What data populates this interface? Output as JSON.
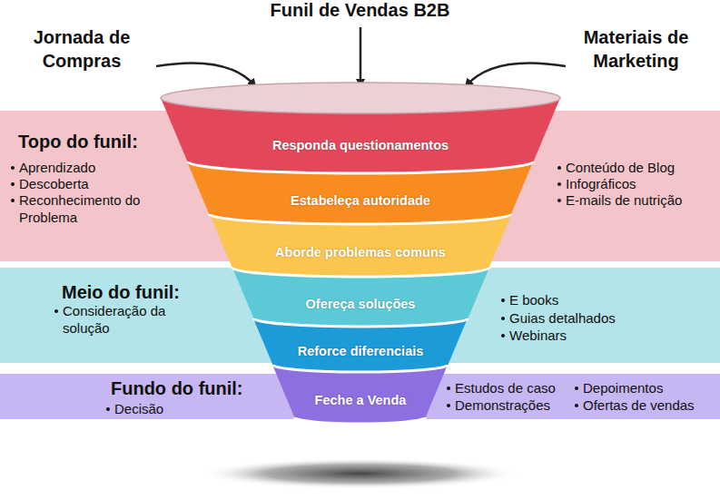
{
  "diagram": {
    "title": "Funil de Vendas B2B",
    "nodes": [
      {
        "text": [
          "Topo do funil:",
          "Aprendizado",
          "Descoberta",
          "Reconhecimento do Problema",
          "Conteúdo de Blog",
          "Infográficos",
          "E-mails de nutrição"
        ]
      },
      {
        "text": [
          "Meio do funil:",
          "Consideração da solução",
          "E books",
          "Guias detalhados",
          "Webinars"
        ]
      },
      {
        "text": [
          "Fundo do funil:",
          "Decisão",
          "Estudos de caso",
          "Demonstrações",
          "Depoimentos",
          "Ofertas de vendas"
        ]
      },
      {
        "text": [
          "Responda questionamentos"
        ]
      },
      {
        "text": [
          "Estabeleça autoridade"
        ]
      },
      {
        "text": [
          "Aborde problemas comuns"
        ]
      },
      {
        "text": [
          "Ofereça soluções"
        ]
      },
      {
        "text": [
          "Reforce diferenciais"
        ]
      },
      {
        "text": [
          "Feche a Venda"
        ]
      }
    ],
    "labels": [
      "Jornada de Compras",
      "Materiais de Marketing"
    ]
  }
}
